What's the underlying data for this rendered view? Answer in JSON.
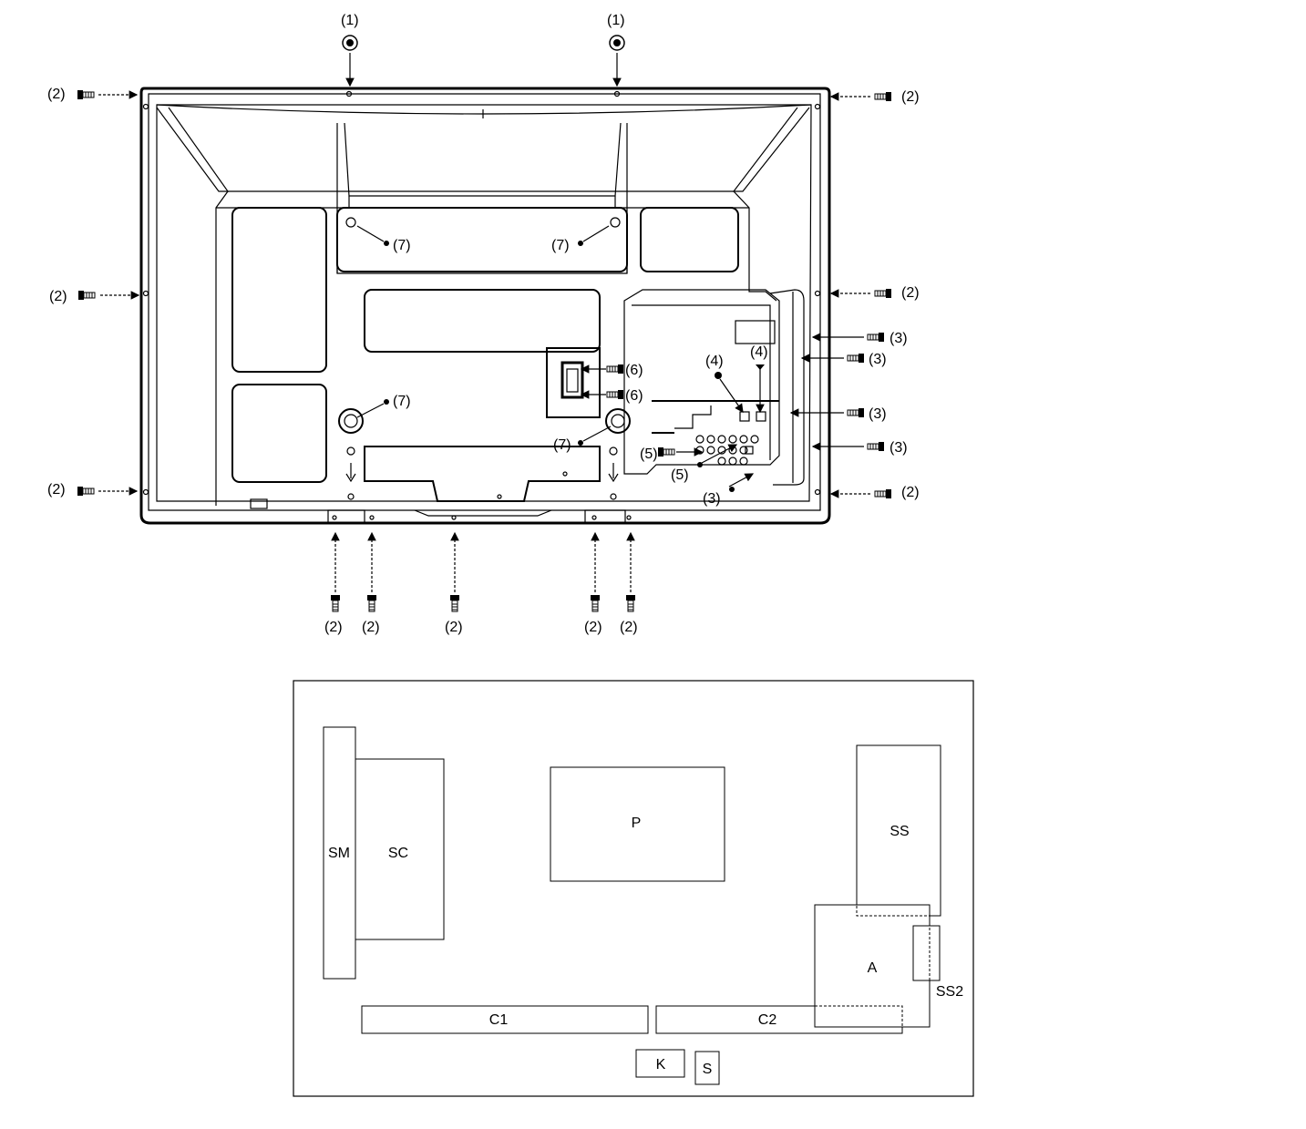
{
  "callouts": {
    "c1": "(1)",
    "c2": "(2)",
    "c3": "(3)",
    "c4": "(4)",
    "c5": "(5)",
    "c6": "(6)",
    "c7": "(7)"
  },
  "boards": {
    "SM": "SM",
    "SC": "SC",
    "P": "P",
    "SS": "SS",
    "A": "A",
    "SS2": "SS2",
    "C1": "C1",
    "C2": "C2",
    "K": "K",
    "S": "S"
  }
}
